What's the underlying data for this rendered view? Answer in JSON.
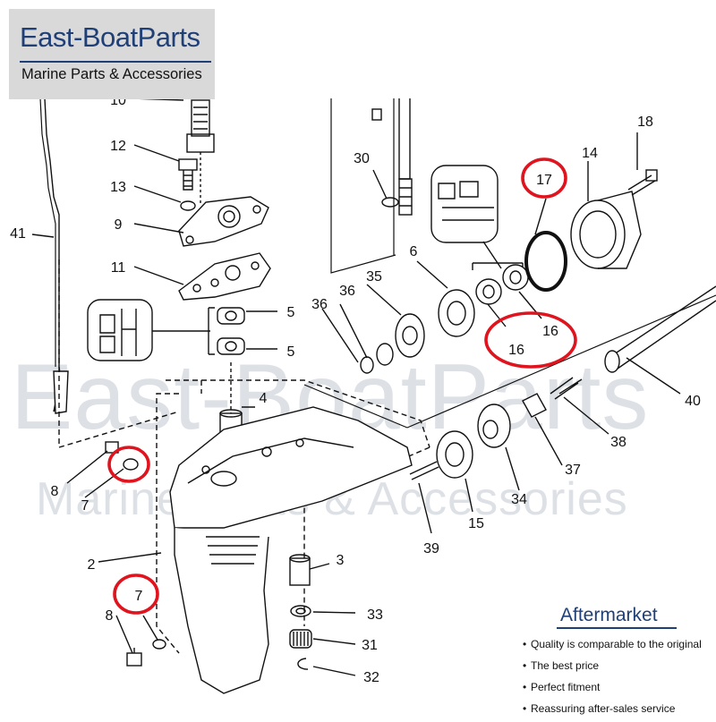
{
  "logo": {
    "title": "East-BoatParts",
    "subtitle": "Marine Parts & Accessories"
  },
  "watermark": {
    "line1": "East-BoatParts",
    "line2": "Marine Parts & Accessories"
  },
  "callouts": {
    "c10": "10",
    "c12": "12",
    "c13": "13",
    "c9": "9",
    "c11": "11",
    "c41": "41",
    "c5a": "5",
    "c5b": "5",
    "c4": "4",
    "c30": "30",
    "c18": "18",
    "c14": "14",
    "c17": "17",
    "c6": "6",
    "c35": "35",
    "c36a": "36",
    "c36b": "36",
    "c16a": "16",
    "c16b": "16",
    "c40": "40",
    "c38": "38",
    "c37": "37",
    "c34": "34",
    "c15": "15",
    "c39": "39",
    "c8a": "8",
    "c7a": "7",
    "c2": "2",
    "c3": "3",
    "c7b": "7",
    "c8b": "8",
    "c33": "33",
    "c31": "31",
    "c32": "32"
  },
  "highlight_color": "#e0141e",
  "brand_color": "#1f3f77",
  "aftermarket": {
    "title": "Aftermarket",
    "bullet": "•",
    "points": [
      "Quality is comparable to the original",
      "The best price",
      "Perfect fitment",
      "Reassuring after-sales service"
    ]
  }
}
